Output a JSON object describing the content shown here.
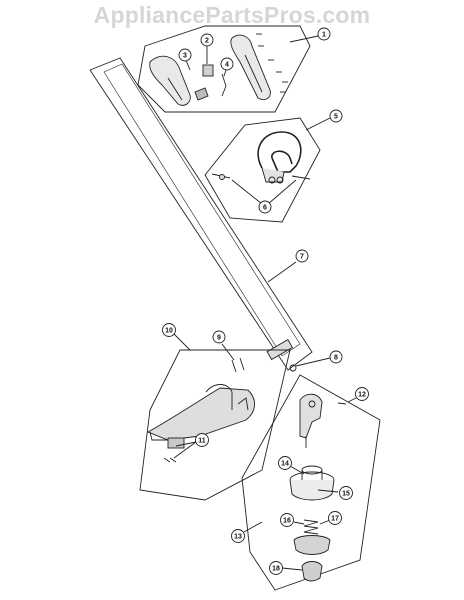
{
  "watermark": "AppliancePartsPros.com",
  "callouts": [
    {
      "id": "1",
      "label": "1"
    },
    {
      "id": "2",
      "label": "2"
    },
    {
      "id": "3",
      "label": "3"
    },
    {
      "id": "4",
      "label": "4"
    },
    {
      "id": "5",
      "label": "5"
    },
    {
      "id": "6",
      "label": "6"
    },
    {
      "id": "7",
      "label": "7"
    },
    {
      "id": "8",
      "label": "8"
    },
    {
      "id": "9",
      "label": "9"
    },
    {
      "id": "10",
      "label": "10"
    },
    {
      "id": "11",
      "label": "11"
    },
    {
      "id": "12",
      "label": "12"
    },
    {
      "id": "13",
      "label": "13"
    },
    {
      "id": "14",
      "label": "14"
    },
    {
      "id": "15",
      "label": "15"
    },
    {
      "id": "16",
      "label": "16"
    },
    {
      "id": "17",
      "label": "17"
    },
    {
      "id": "18",
      "label": "18"
    }
  ]
}
